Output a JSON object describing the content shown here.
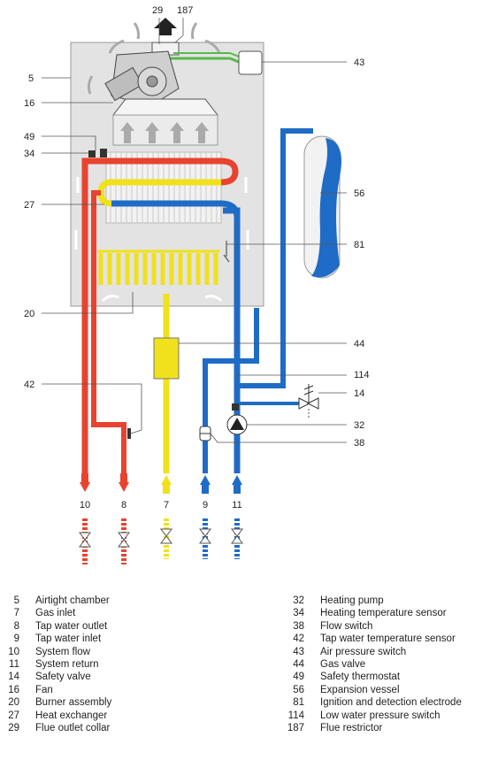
{
  "colors": {
    "hot": "#e8432f",
    "cold": "#1f6cc6",
    "gas": "#f0e11c",
    "casing": "#e3e3e3",
    "green": "#58b84a",
    "line": "#333333"
  },
  "callouts": {
    "c29": "29",
    "c187": "187",
    "c5": "5",
    "c43": "43",
    "c16": "16",
    "c49": "49",
    "c34": "34",
    "c56": "56",
    "c27": "27",
    "c81": "81",
    "c20": "20",
    "c44": "44",
    "c42": "42",
    "c114": "114",
    "c14": "14",
    "c32": "32",
    "c38": "38"
  },
  "connections": [
    "10",
    "8",
    "7",
    "9",
    "11"
  ],
  "legend": {
    "left": [
      {
        "num": "5",
        "label": "Airtight chamber"
      },
      {
        "num": "7",
        "label": "Gas inlet"
      },
      {
        "num": "8",
        "label": "Tap water outlet"
      },
      {
        "num": "9",
        "label": "Tap water inlet"
      },
      {
        "num": "10",
        "label": "System flow"
      },
      {
        "num": "11",
        "label": "System return"
      },
      {
        "num": "14",
        "label": "Safety valve"
      },
      {
        "num": "16",
        "label": "Fan"
      },
      {
        "num": "20",
        "label": "Burner assembly"
      },
      {
        "num": "27",
        "label": "Heat exchanger"
      },
      {
        "num": "29",
        "label": "Flue outlet collar"
      }
    ],
    "right": [
      {
        "num": "32",
        "label": "Heating pump"
      },
      {
        "num": "34",
        "label": "Heating temperature sensor"
      },
      {
        "num": "38",
        "label": "Flow switch"
      },
      {
        "num": "42",
        "label": "Tap water temperature sensor"
      },
      {
        "num": "43",
        "label": "Air pressure switch"
      },
      {
        "num": "44",
        "label": "Gas valve"
      },
      {
        "num": "49",
        "label": "Safety thermostat"
      },
      {
        "num": "56",
        "label": "Expansion vessel"
      },
      {
        "num": "81",
        "label": "Ignition and detection electrode"
      },
      {
        "num": "114",
        "label": "Low water pressure switch"
      },
      {
        "num": "187",
        "label": "Flue restrictor"
      }
    ]
  }
}
